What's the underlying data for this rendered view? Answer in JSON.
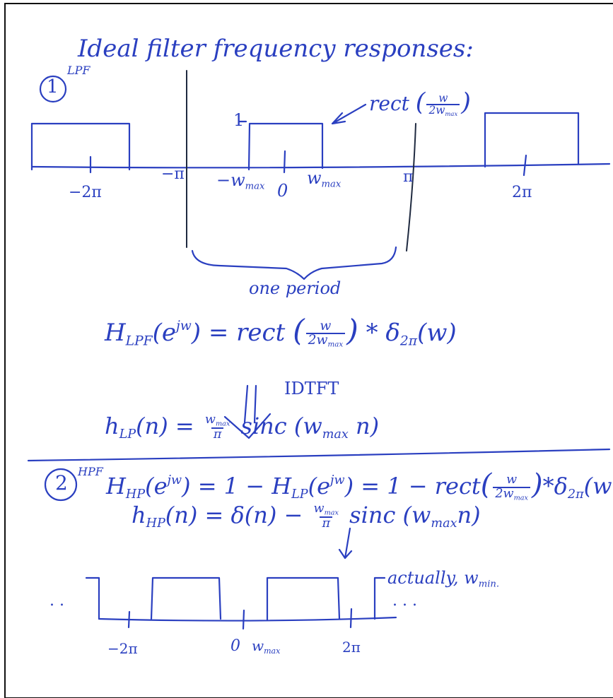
{
  "title": "Ideal filter frequency responses:",
  "section1": {
    "marker": "1",
    "label": "LPF",
    "rect_annotation": "rect",
    "rect_arg_num": "w",
    "rect_arg_den": "2w",
    "rect_arg_den_sub": "max",
    "height_label": "1",
    "ticks": {
      "neg_2pi": "−2π",
      "neg_pi": "−π",
      "neg_wmax": "−w",
      "neg_wmax_sub": "max",
      "zero": "0",
      "wmax": "w",
      "wmax_sub": "max",
      "pi": "π",
      "two_pi": "2π"
    },
    "one_period": "one period",
    "eq_H_lhs": "H",
    "eq_H_lhs_sub": "LPF",
    "eq_H_arg": "(e",
    "eq_H_arg_sup": "jw",
    "eq_H_arg_close": ")",
    "eq_H_rhs": "= rect",
    "eq_H_conv": "* δ",
    "eq_H_conv_sub": "2π",
    "eq_H_conv_arg": "(w)",
    "idtft": "IDTFT",
    "eq_h_lhs": "h",
    "eq_h_lhs_sub": "LP",
    "eq_h_arg": "(n) =",
    "eq_h_frac_num": "w",
    "eq_h_frac_num_sub": "max",
    "eq_h_frac_den": "π",
    "eq_h_sinc": "sinc (w",
    "eq_h_sinc_sub": "max",
    "eq_h_sinc_end": "n)"
  },
  "section2": {
    "marker": "2",
    "label": "HPF",
    "eq_H": "H",
    "eq_H_sub": "HP",
    "eq_H_arg": "(e",
    "eq_H_arg_sup": "jw",
    "eq_H_mid": ") = 1 − H",
    "eq_H_mid_sub": "LP",
    "eq_H_mid2": "(e",
    "eq_H_mid2_sup": "jw",
    "eq_H_end": ") = 1 − rect",
    "eq_H_tail": "*δ",
    "eq_H_tail_sub": "2π",
    "eq_H_tail_arg": "(w",
    "eq_h": "h",
    "eq_h_sub": "HP",
    "eq_h_mid": "(n) = δ(n) −",
    "eq_h_frac_num": "w",
    "eq_h_frac_num_sub": "max",
    "eq_h_frac_den": "π",
    "eq_h_sinc": "sinc (w",
    "eq_h_sinc_sub": "max",
    "eq_h_sinc_end": "n)",
    "note": "actually, w",
    "note_sub": "min.",
    "ticks": {
      "neg_2pi": "−2π",
      "zero": "0",
      "wmax": "w",
      "wmax_sub": "max",
      "two_pi": "2π"
    },
    "ellipsis_left": ". .",
    "ellipsis_right": ". . ."
  },
  "colors": {
    "ink": "#2a3fc0",
    "dark_ink": "#1f2a40",
    "frame": "#111111"
  }
}
